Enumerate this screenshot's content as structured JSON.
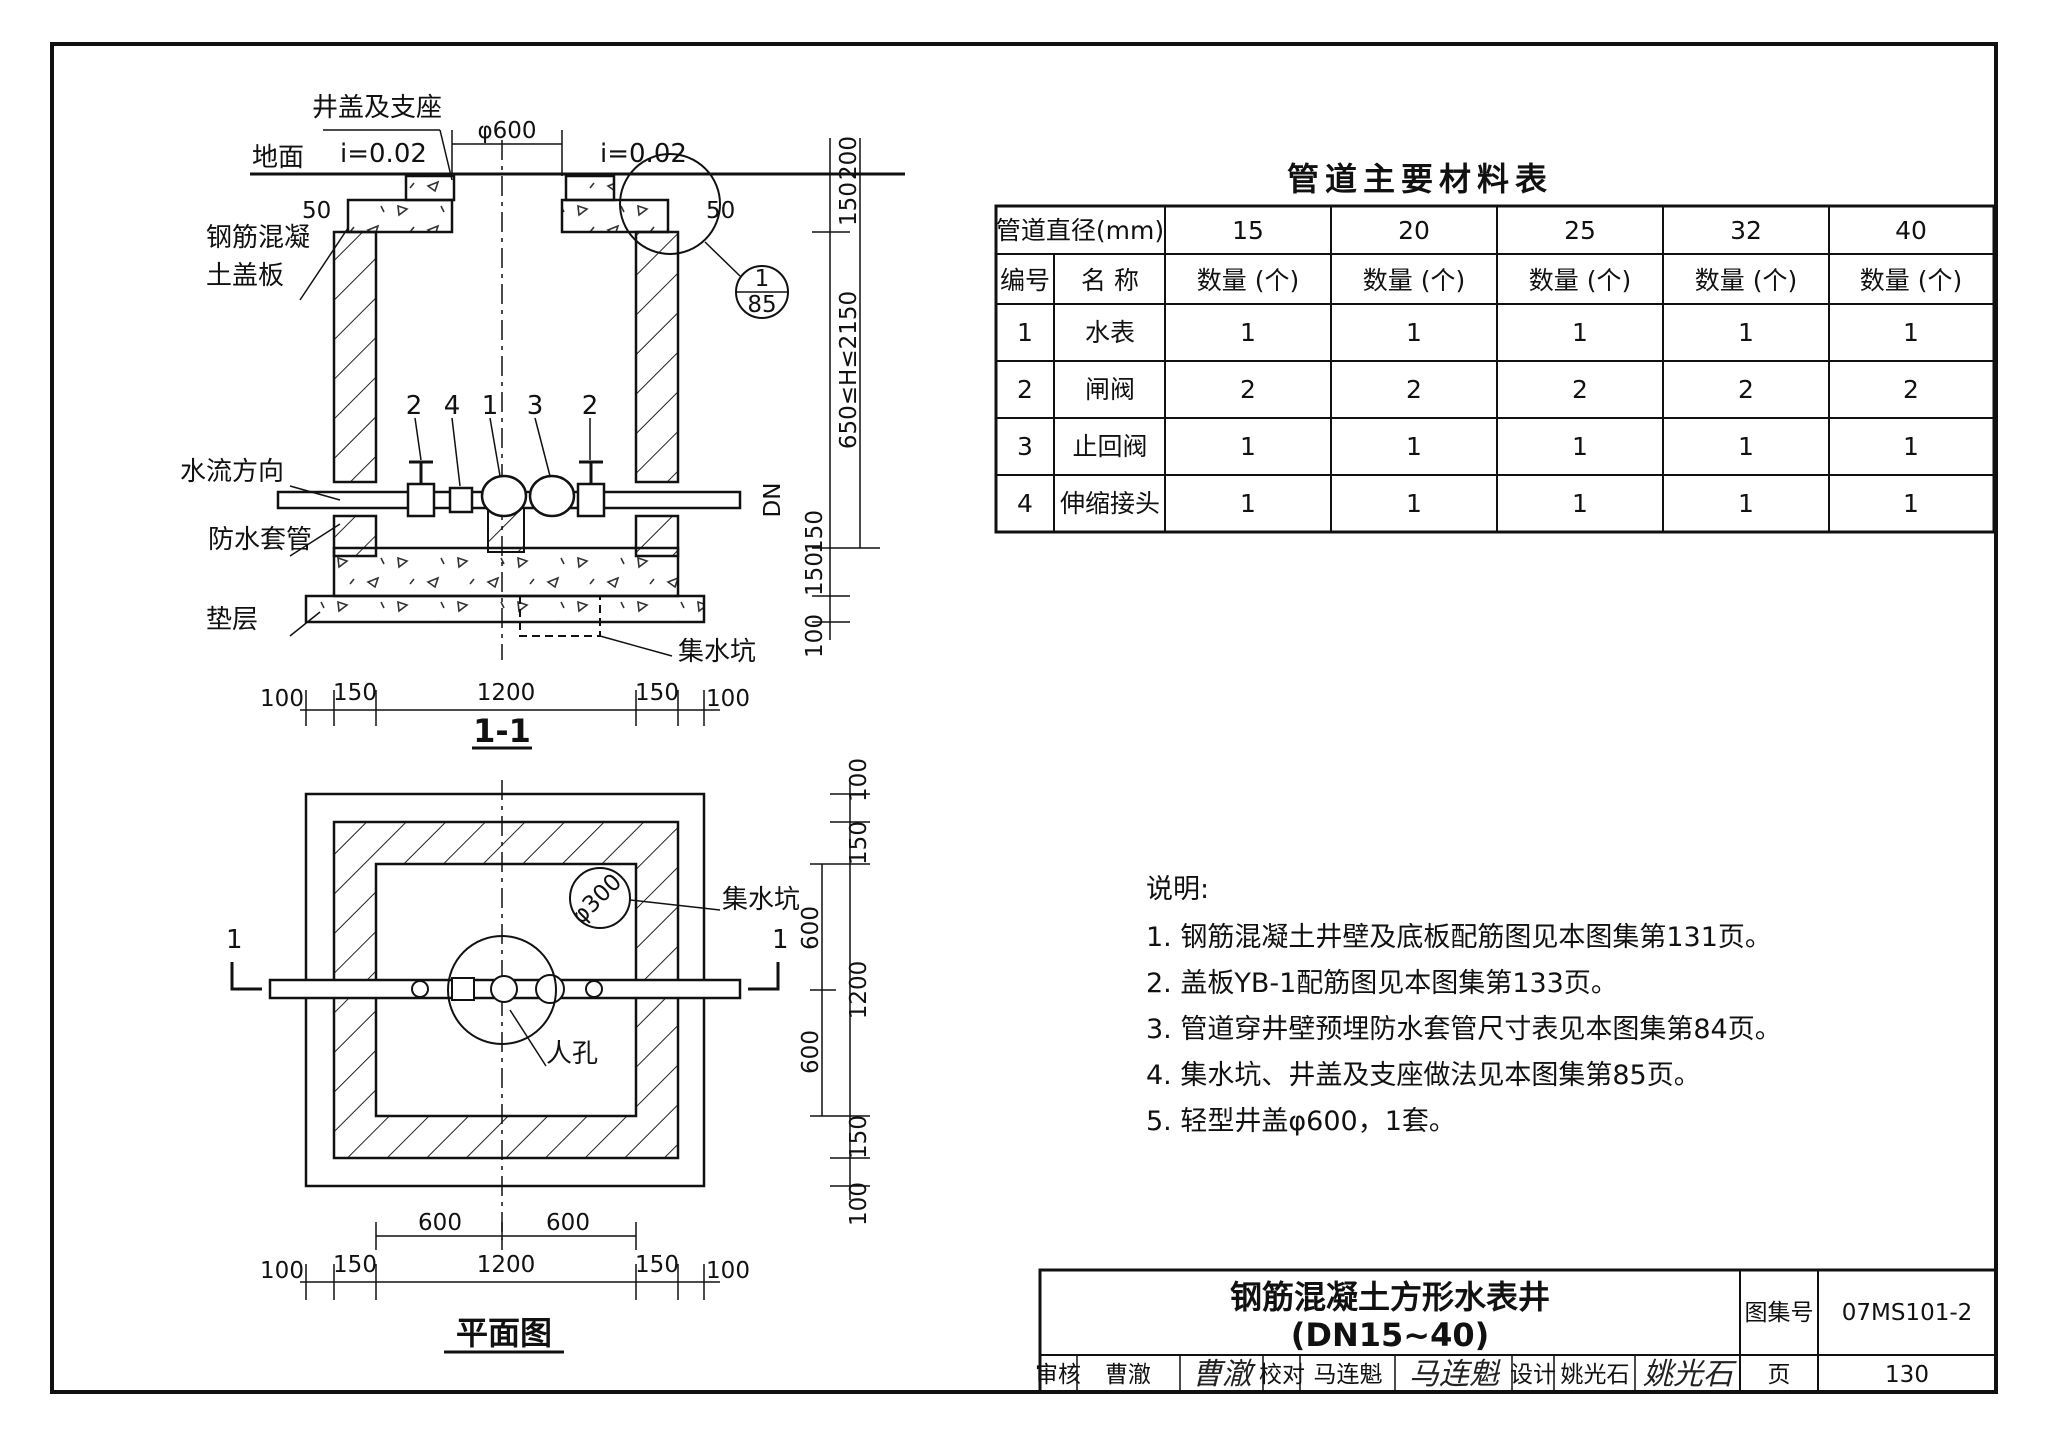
{
  "section_view": {
    "title": "1-1",
    "labels": {
      "cover_support": "井盖及支座",
      "ground": "地面",
      "slope_left": "i=0.02",
      "slope_right": "i=0.02",
      "opening_dia": "φ600",
      "rc_cover_line1": "钢筋混凝",
      "rc_cover_line2": "土盖板",
      "flow_direction": "水流方向",
      "sleeve": "防水套管",
      "cushion": "垫层",
      "sump": "集水坑",
      "detail_ref_top": "1",
      "detail_ref_bottom": "85",
      "cover_offset_left": "50",
      "cover_offset_right": "50"
    },
    "callouts": [
      "2",
      "4",
      "1",
      "3",
      "2"
    ],
    "vertical_dims": [
      "200",
      "150",
      "650≤H≤2150",
      "DN",
      "150",
      "150",
      "100"
    ],
    "horizontal_dims": [
      "100",
      "150",
      "1200",
      "150",
      "100"
    ]
  },
  "plan_view": {
    "title": "平面图",
    "labels": {
      "sump": "集水坑",
      "sump_dia": "φ300",
      "manhole": "人孔",
      "cut_left": "1",
      "cut_right": "1"
    },
    "vertical_dims": [
      "100",
      "150",
      "600",
      "1200",
      "600",
      "150",
      "100"
    ],
    "horizontal_dims_top": [
      "600",
      "600"
    ],
    "horizontal_dims_bottom": [
      "100",
      "150",
      "1200",
      "150",
      "100"
    ]
  },
  "material_table": {
    "title": "管道主要材料表",
    "header_diameter": "管道直径(mm)",
    "diameters": [
      "15",
      "20",
      "25",
      "32",
      "40"
    ],
    "col_no": "编号",
    "col_name": "名 称",
    "col_qty": "数量 (个)",
    "rows": [
      {
        "no": "1",
        "name": "水表",
        "qty": [
          "1",
          "1",
          "1",
          "1",
          "1"
        ]
      },
      {
        "no": "2",
        "name": "闸阀",
        "qty": [
          "2",
          "2",
          "2",
          "2",
          "2"
        ]
      },
      {
        "no": "3",
        "name": "止回阀",
        "qty": [
          "1",
          "1",
          "1",
          "1",
          "1"
        ]
      },
      {
        "no": "4",
        "name": "伸缩接头",
        "qty": [
          "1",
          "1",
          "1",
          "1",
          "1"
        ]
      }
    ]
  },
  "notes": {
    "heading": "说明:",
    "items": [
      "1. 钢筋混凝土井壁及底板配筋图见本图集第131页。",
      "2. 盖板YB-1配筋图见本图集第133页。",
      "3. 管道穿井壁预埋防水套管尺寸表见本图集第84页。",
      "4. 集水坑、井盖及支座做法见本图集第85页。",
      "5. 轻型井盖φ600，1套。"
    ]
  },
  "title_block": {
    "title_line1": "钢筋混凝土方形水表井",
    "title_line2": "(DN15~40)",
    "atlas_label": "图集号",
    "atlas_no": "07MS101-2",
    "page_label": "页",
    "page_no": "130",
    "review_label": "审核",
    "reviewer": "曹澈",
    "reviewer_sig": "曹澈",
    "check_label": "校对",
    "checker": "马连魁",
    "checker_sig": "马连魁",
    "design_label": "设计",
    "designer": "姚光石",
    "designer_sig": "姚光石"
  }
}
